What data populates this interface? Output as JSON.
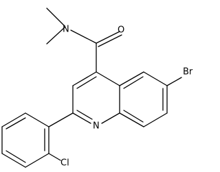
{
  "atom_labels": {
    "amide_oxygen": "O",
    "amide_nitrogen": "N",
    "bromine": "Br",
    "ring_nitrogen": "N",
    "chlorine": "Cl"
  },
  "colors": {
    "bond": "#000000",
    "text": "#000000",
    "background": "#ffffff"
  }
}
